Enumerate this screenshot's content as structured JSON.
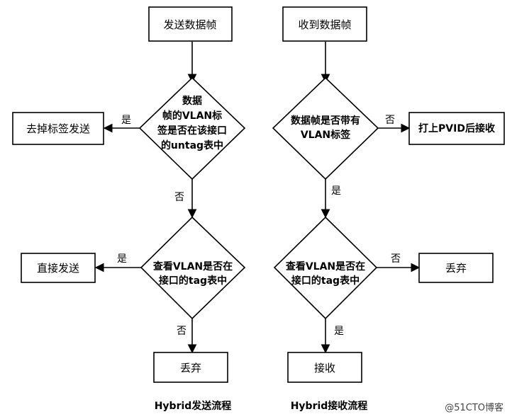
{
  "send": {
    "start": "发送数据帧",
    "decision1": [
      "数据",
      "帧的VLAN标",
      "签是否在该接口",
      "的untag表中"
    ],
    "yes1_label": "是",
    "action1": "去掉标签发送",
    "no1_label": "否",
    "decision2": [
      "查看VLAN是否在",
      "接口的tag表中"
    ],
    "yes2_label": "是",
    "action2": "直接发送",
    "no2_label": "否",
    "end": "丢弃",
    "caption": "Hybrid发送流程"
  },
  "receive": {
    "start": "收到数据帧",
    "decision1": [
      "数据帧是否带有",
      "VLAN标签"
    ],
    "no1_label": "否",
    "action1": "打上PVID后接收",
    "yes1_label": "是",
    "decision2": [
      "查看VLAN是否在",
      "接口的tag表中"
    ],
    "no2_label": "否",
    "action2": "丢弃",
    "yes2_label": "是",
    "end": "接收",
    "caption": "Hybrid接收流程"
  },
  "watermark": "@51CTO博客"
}
